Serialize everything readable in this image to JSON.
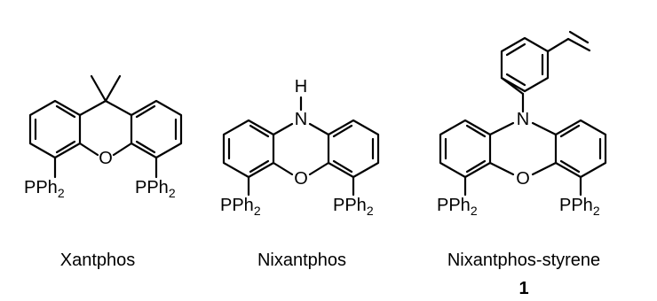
{
  "molecules": [
    {
      "name": "Xantphos",
      "bridge_atom": "O",
      "phosphine_left": "PPh",
      "phosphine_right": "PPh",
      "subscript": "2"
    },
    {
      "name": "Nixantphos",
      "bridge_atom": "O",
      "nitrogen": "N",
      "hydrogen": "H",
      "phosphine_left": "PPh",
      "phosphine_right": "PPh",
      "subscript": "2"
    },
    {
      "name": "Nixantphos-styrene",
      "compound_number": "1",
      "bridge_atom": "O",
      "nitrogen": "N",
      "phosphine_left": "PPh",
      "phosphine_right": "PPh",
      "subscript": "2"
    }
  ]
}
